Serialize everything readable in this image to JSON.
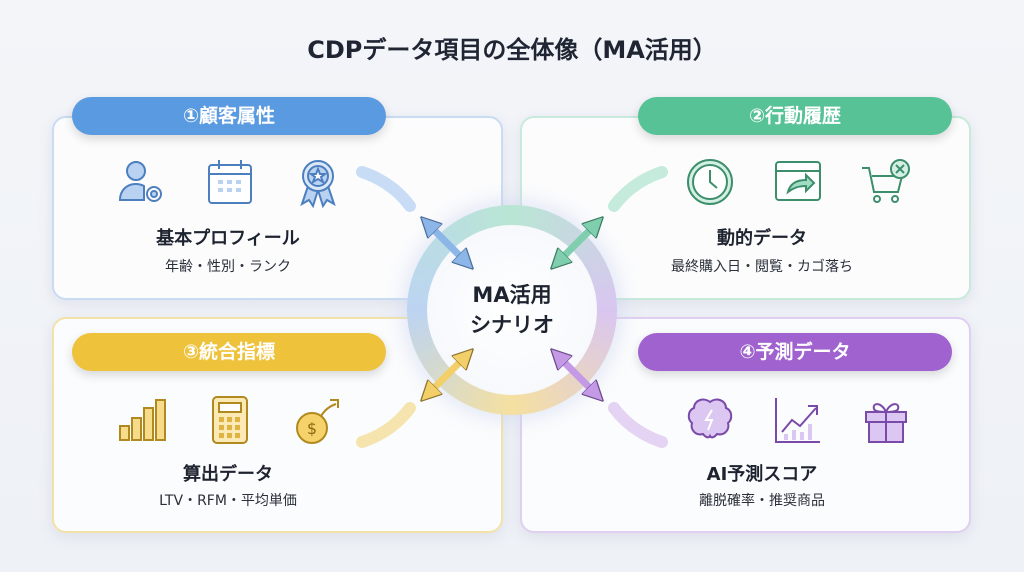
{
  "title": "CDPデータ項目の全体像（MA活用）",
  "center": {
    "line1": "MA活用",
    "line2": "シナリオ"
  },
  "panels": [
    {
      "label": "①顧客属性",
      "heading": "基本プロフィール",
      "sub": "年齢・性別・ランク",
      "color": "#5a9ae0",
      "icons": [
        "user-gear-icon",
        "calendar-icon",
        "award-badge-icon"
      ]
    },
    {
      "label": "②行動履歴",
      "heading": "動的データ",
      "sub": "最終購入日・閲覧・カゴ落ち",
      "color": "#58c297",
      "icons": [
        "clock-icon",
        "browser-share-icon",
        "cart-remove-icon"
      ]
    },
    {
      "label": "③統合指標",
      "heading": "算出データ",
      "sub": "LTV・RFM・平均単価",
      "color": "#efc23b",
      "icons": [
        "bar-chart-icon",
        "calculator-icon",
        "coin-growth-icon"
      ]
    },
    {
      "label": "④予測データ",
      "heading": "AI予測スコア",
      "sub": "離脱確率・推奨商品",
      "color": "#9f62cf",
      "icons": [
        "brain-icon",
        "trend-chart-icon",
        "gift-icon"
      ]
    }
  ]
}
